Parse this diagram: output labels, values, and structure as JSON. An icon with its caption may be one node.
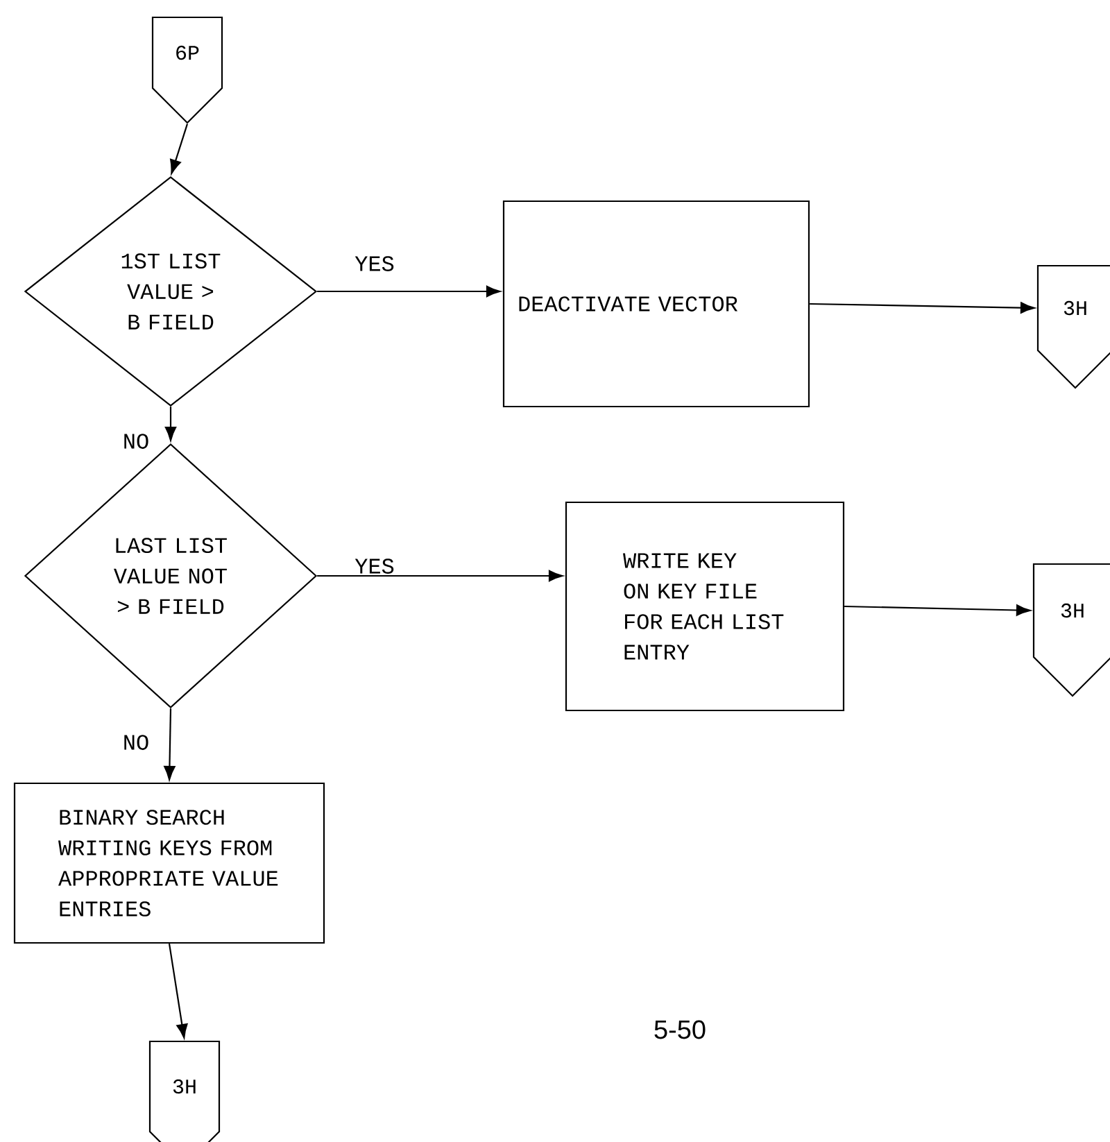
{
  "diagram": {
    "nodes": [
      {
        "text": [
          "6P"
        ]
      },
      {
        "text": [
          "1ST LIST VALUE > B FIELD"
        ]
      },
      {
        "text": [
          "DEACTIVATE VECTOR"
        ]
      },
      {
        "text": [
          "3H"
        ]
      },
      {
        "text": [
          "LAST LIST VALUE NOT > B FIELD"
        ]
      },
      {
        "text": [
          "WRITE KEY ON KEY FILE FOR EACH LIST ENTRY"
        ]
      },
      {
        "text": [
          "3H"
        ]
      },
      {
        "text": [
          "BINARY SEARCH WRITING KEYS FROM APPROPRIATE VALUE ENTRIES"
        ]
      },
      {
        "text": [
          "3H"
        ]
      }
    ],
    "edges": [
      {
        "from": 0,
        "to": 1,
        "arrow": "to"
      },
      {
        "from": 1,
        "to": 2,
        "arrow": "to",
        "label": "YES"
      },
      {
        "from": 2,
        "to": 3,
        "arrow": "to"
      },
      {
        "from": 1,
        "to": 4,
        "arrow": "to",
        "label": "NO"
      },
      {
        "from": 4,
        "to": 5,
        "arrow": "to",
        "label": "YES"
      },
      {
        "from": 5,
        "to": 6,
        "arrow": "to"
      },
      {
        "from": 4,
        "to": 7,
        "arrow": "to",
        "label": "NO"
      },
      {
        "from": 7,
        "to": 8,
        "arrow": "to"
      }
    ],
    "labels": [
      "5-50"
    ]
  }
}
